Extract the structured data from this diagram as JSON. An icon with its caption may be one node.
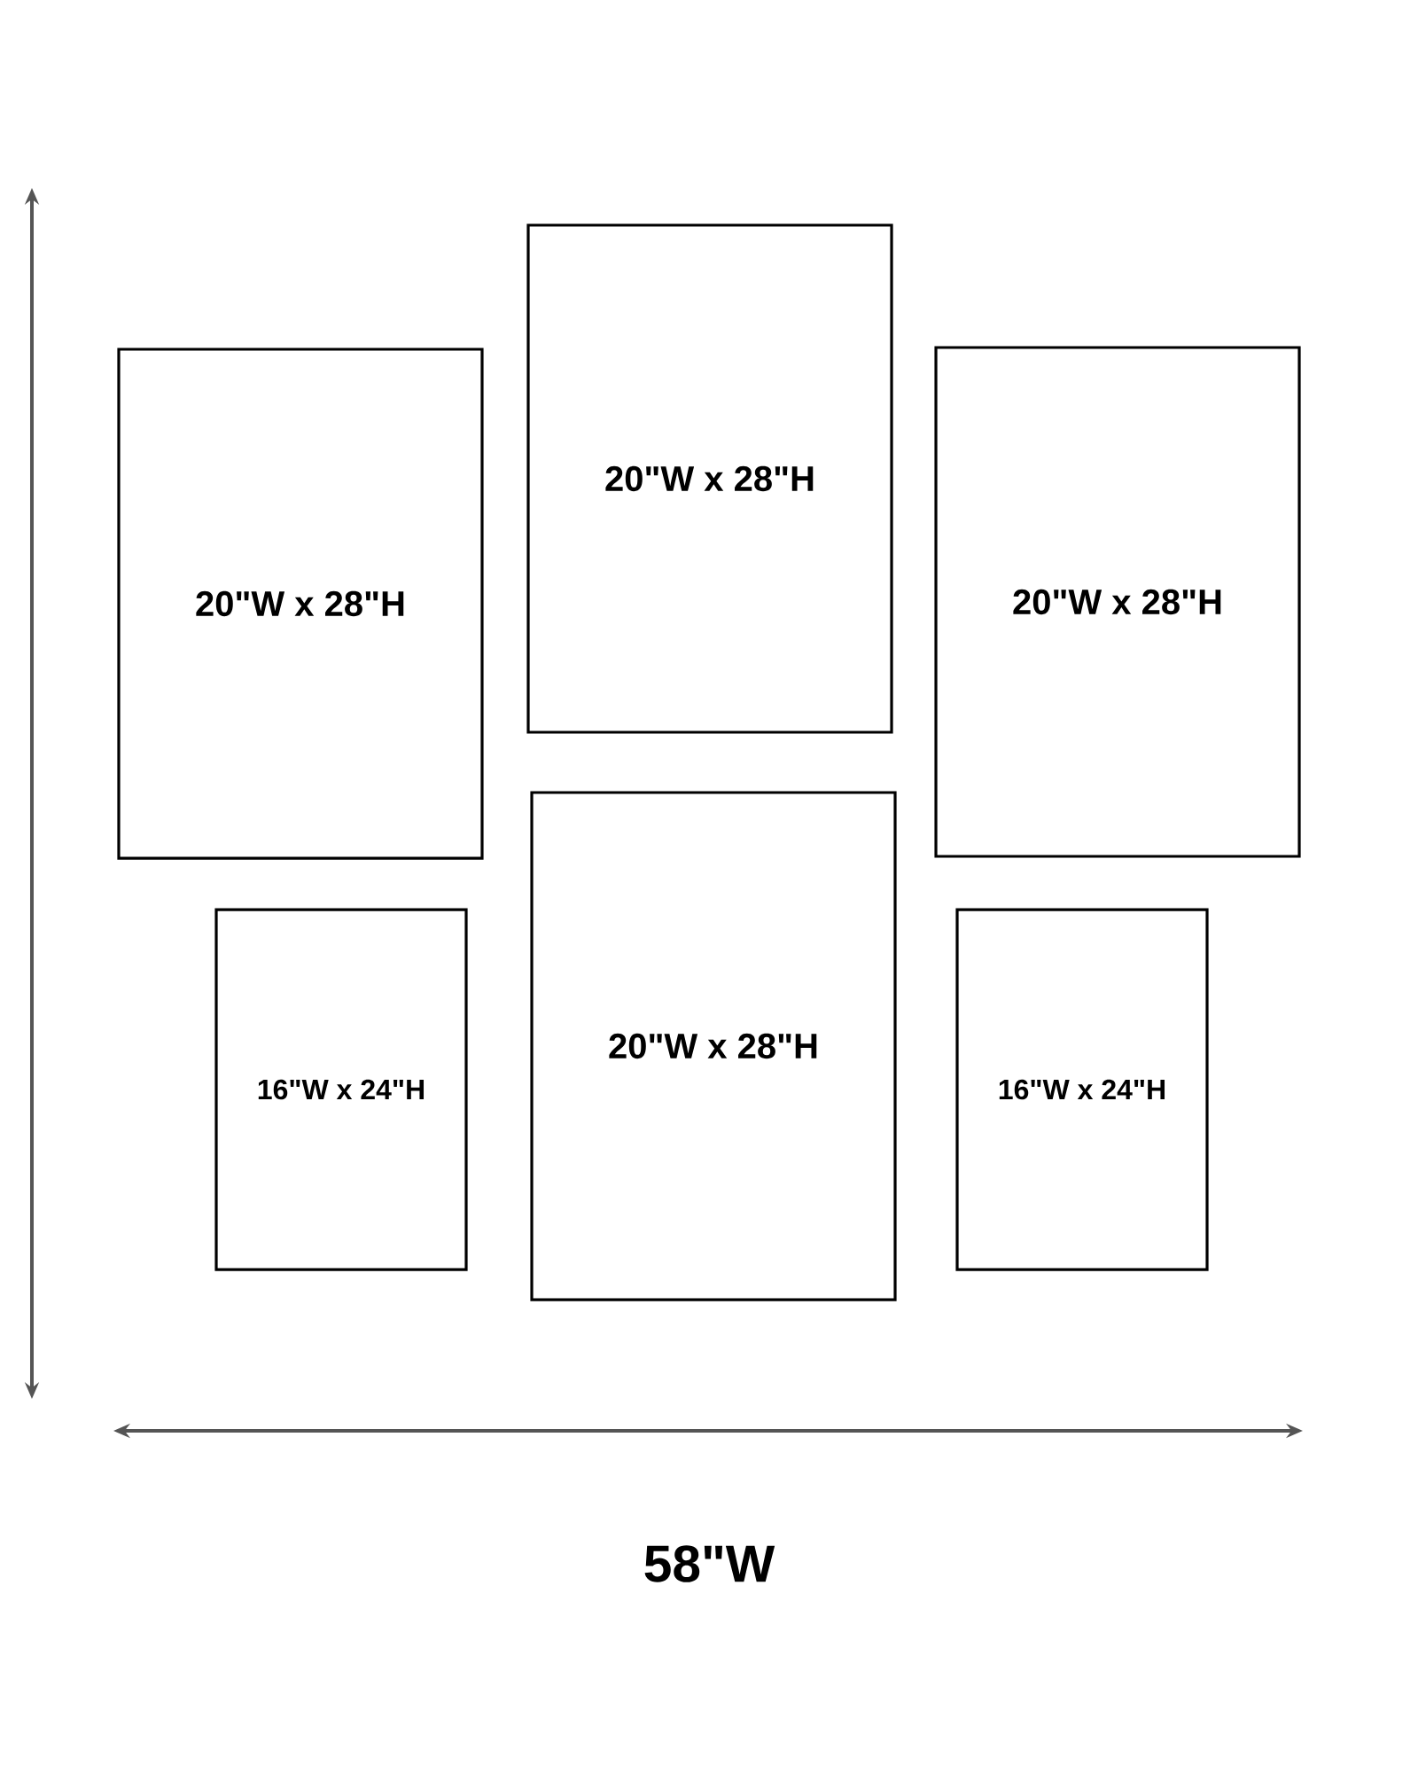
{
  "diagram": {
    "nodes": [
      {
        "text": [
          "20\"W x 28\"H"
        ]
      },
      {
        "text": [
          "20\"W x 28\"H"
        ]
      },
      {
        "text": [
          "20\"W x 28\"H"
        ]
      },
      {
        "text": [
          "16\"W x 24\"H"
        ]
      },
      {
        "text": [
          "20\"W x 28\"H"
        ]
      },
      {
        "text": [
          "16\"W x 24\"H"
        ]
      }
    ],
    "edges": [],
    "labels": [
      "58\"W"
    ]
  }
}
